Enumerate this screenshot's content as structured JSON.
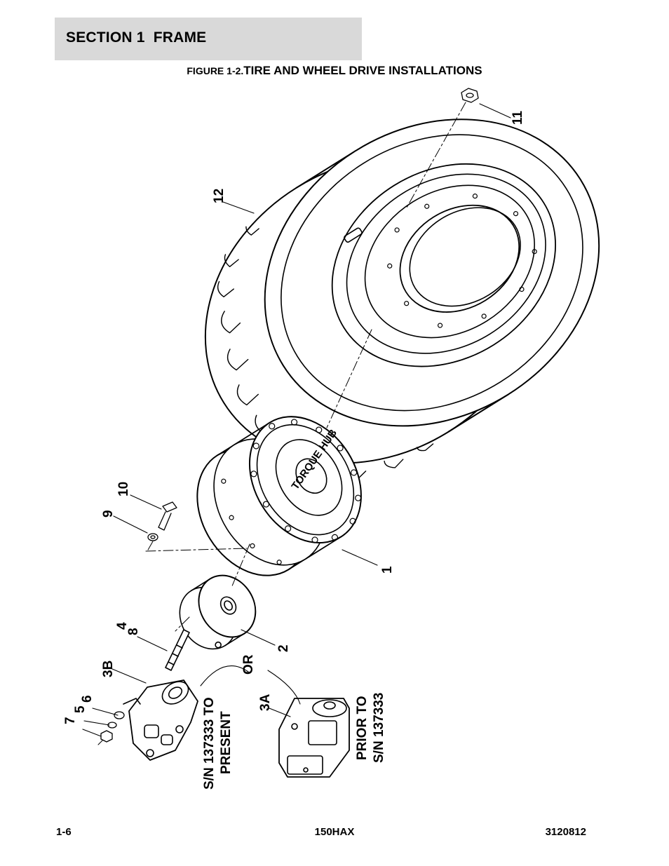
{
  "header": {
    "section": "SECTION 1  FRAME"
  },
  "figure": {
    "label_prefix": "FIGURE 1-2.",
    "title": "TIRE AND WHEEL DRIVE INSTALLATIONS"
  },
  "callouts": {
    "c1": "1",
    "c2": "2",
    "c3a": "3A",
    "c3b": "3B",
    "c4": "4",
    "c5": "5",
    "c6": "6",
    "c7": "7",
    "c8": "8",
    "c9": "9",
    "c10": "10",
    "c11": "11",
    "c12": "12"
  },
  "notes": {
    "or": "OR",
    "present_line1": "S/N 137333 TO",
    "present_line2": "PRESENT",
    "prior_line1": "PRIOR TO",
    "prior_line2": "S/N 137333"
  },
  "hub_lettering": "TORQUE HUB",
  "footer": {
    "page": "1-6",
    "model": "150HAX",
    "doc_number": "3120812"
  }
}
